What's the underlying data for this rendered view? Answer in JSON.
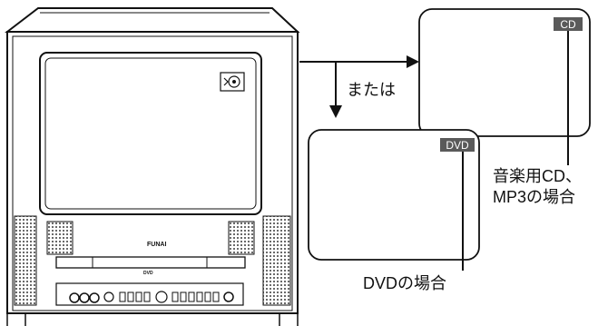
{
  "tv": {
    "brand": "FUNAI",
    "dvd_logo": "DVD"
  },
  "labels": {
    "or_text": "または",
    "cd_badge": "CD",
    "dvd_badge": "DVD",
    "music_case_line1": "音楽用CD、",
    "music_case_line2": "MP3の場合",
    "dvd_case": "DVDの場合"
  }
}
